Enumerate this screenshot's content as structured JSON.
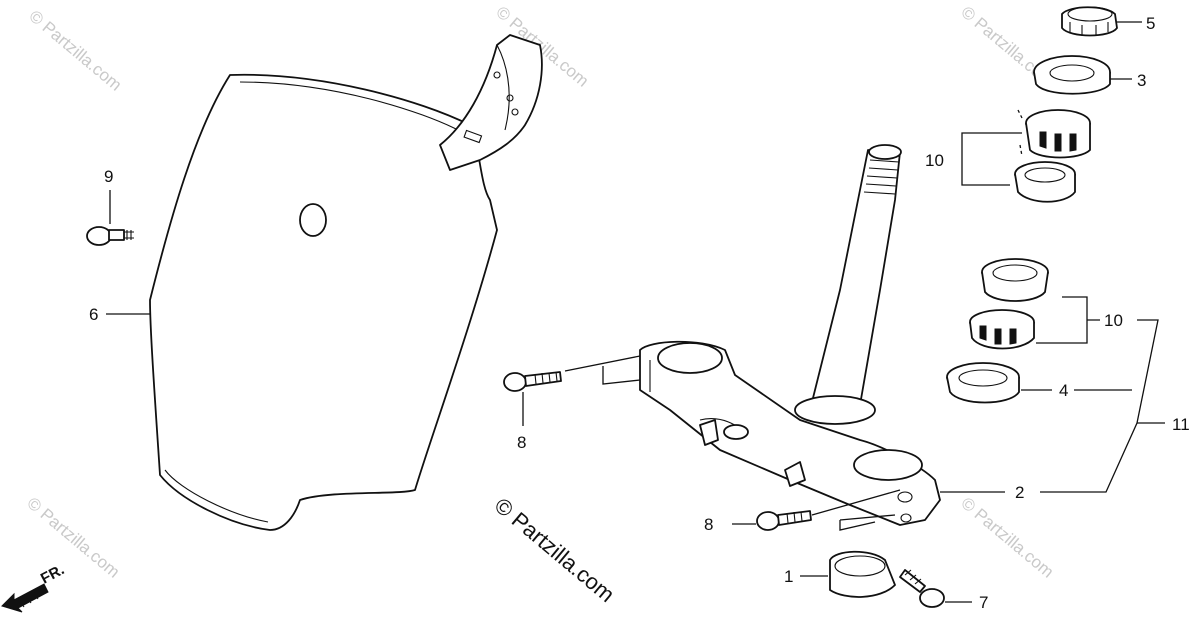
{
  "callouts": {
    "c1": "1",
    "c2": "2",
    "c3": "3",
    "c4": "4",
    "c5": "5",
    "c6": "6",
    "c7": "7",
    "c8a": "8",
    "c8b": "8",
    "c9": "9",
    "c10a": "10",
    "c10b": "10",
    "c11": "11"
  },
  "direction_label": "FR.",
  "watermark_main": "© Partzilla.com",
  "watermark_faint": "© Partzilla.com",
  "colors": {
    "line": "#111111",
    "watermark": "#c9c9c9",
    "background": "#ffffff"
  }
}
